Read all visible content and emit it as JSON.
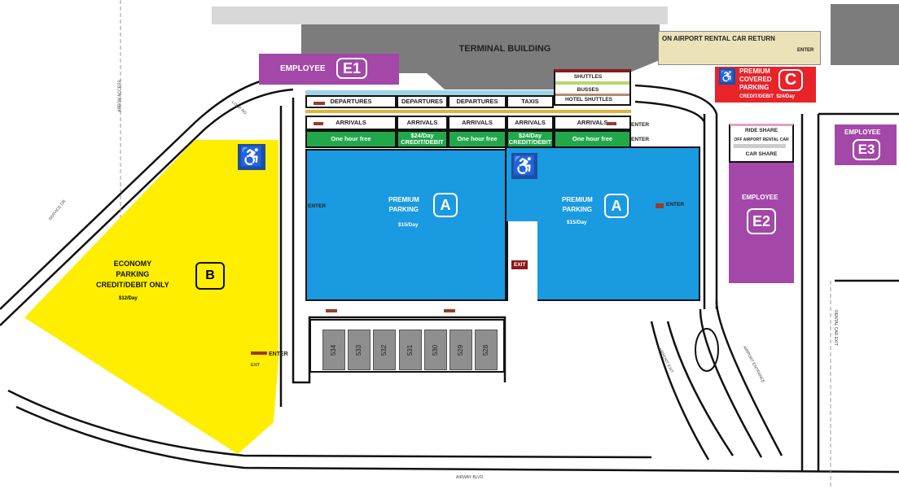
{
  "terminal": {
    "label": "TERMINAL BUILDING"
  },
  "rental_return": {
    "label": "ON AIRPORT RENTAL CAR RETURN",
    "enter": "ENTER"
  },
  "lots": {
    "employee_e1": {
      "label": "EMPLOYEE",
      "code": "E1",
      "color": "#a347a8"
    },
    "employee_e2": {
      "label": "EMPLOYEE",
      "code": "E2",
      "color": "#a347a8"
    },
    "employee_e3": {
      "label": "EMPLOYEE",
      "code": "E3",
      "color": "#a347a8"
    },
    "premium_covered_c": {
      "lines": [
        "PREMIUM",
        "COVERED",
        "PARKING"
      ],
      "code": "C",
      "rate": "CREDIT/DEBIT  $24/Day",
      "color": "#e8232a"
    },
    "premium_a_left": {
      "lines": [
        "PREMIUM",
        "PARKING"
      ],
      "code": "A",
      "rate": "$15/Day",
      "color": "#1a9ae0"
    },
    "premium_a_right": {
      "lines": [
        "PREMIUM",
        "PARKING"
      ],
      "code": "A",
      "rate": "$15/Day",
      "color": "#1a9ae0"
    },
    "economy_b": {
      "lines": [
        "ECONOMY",
        "PARKING",
        "CREDIT/DEBIT ONLY"
      ],
      "code": "B",
      "rate": "$12/Day",
      "color": "#ffee00"
    }
  },
  "curbside": {
    "departures": [
      "DEPARTURES",
      "DEPARTURES",
      "DEPARTURES",
      "TAXIS"
    ],
    "arrivals": [
      "ARRIVALS",
      "ARRIVALS",
      "ARRIVALS",
      "ARRIVALS",
      "ARRIVALS"
    ],
    "short_term": [
      "One hour free",
      "$24/Day CREDIT/DEBIT",
      "One hour free",
      "$24/Day CREDIT/DEBIT",
      "One hour free"
    ],
    "transit": [
      "SHUTTLES",
      "BUSSES",
      "HOTEL SHUTTLES"
    ]
  },
  "ride_share": {
    "lines": [
      "RIDE SHARE",
      "OFF AIRPORT RENTAL CAR",
      "CAR SHARE"
    ]
  },
  "signs": {
    "enter": "ENTER",
    "exit": "EXIT"
  },
  "garage_spaces": [
    "534",
    "533",
    "532",
    "531",
    "530",
    "529",
    "528"
  ],
  "streets": {
    "airway": "AIRWAY BLVD.",
    "airport_exit": "AIRPORT EXIT",
    "airport_entrance": "AIRPORT ENTRANCE",
    "service_dr": "SERVICE DR.",
    "apron_access": "APRON ACCESS",
    "loop_rd": "LOOP RD.",
    "rental_car_exit": "RENTAL CAR EXIT"
  },
  "icons": {
    "accessible": "wheelchair-icon",
    "direction": "arrow-icon"
  }
}
